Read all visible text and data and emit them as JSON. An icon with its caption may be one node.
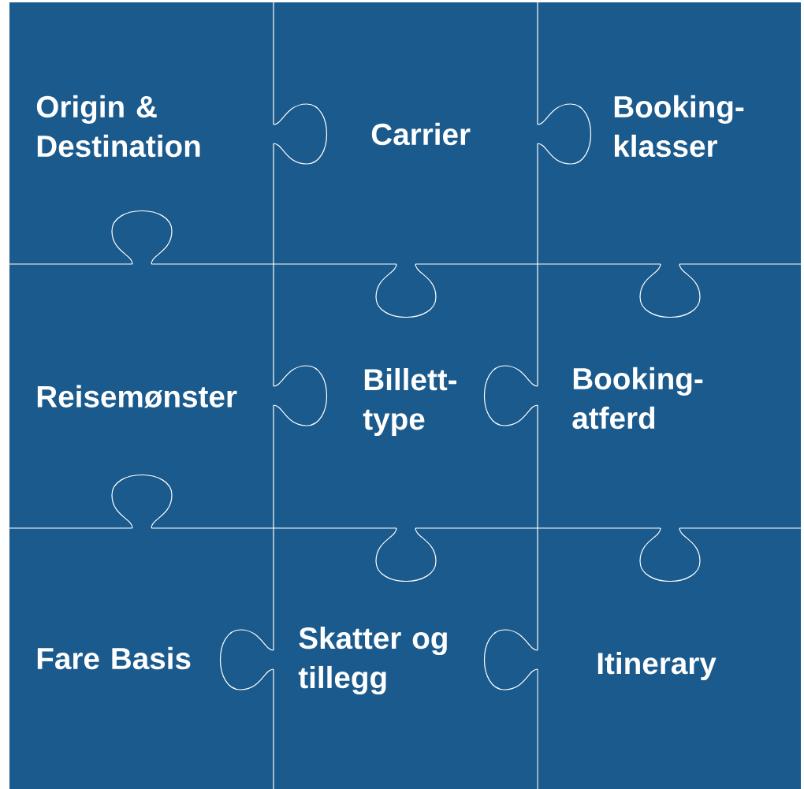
{
  "diagram": {
    "nodes": [
      {
        "text": [
          "Origin & Destination"
        ]
      },
      {
        "text": [
          "Carrier"
        ]
      },
      {
        "text": [
          "Booking-klasser"
        ]
      },
      {
        "text": [
          "Reisemønster"
        ]
      },
      {
        "text": [
          "Billett-type"
        ]
      },
      {
        "text": [
          "Booking-atferd"
        ]
      },
      {
        "text": [
          "Fare Basis"
        ]
      },
      {
        "text": [
          "Skatter og tillegg"
        ]
      },
      {
        "text": [
          "Itinerary"
        ]
      }
    ]
  }
}
